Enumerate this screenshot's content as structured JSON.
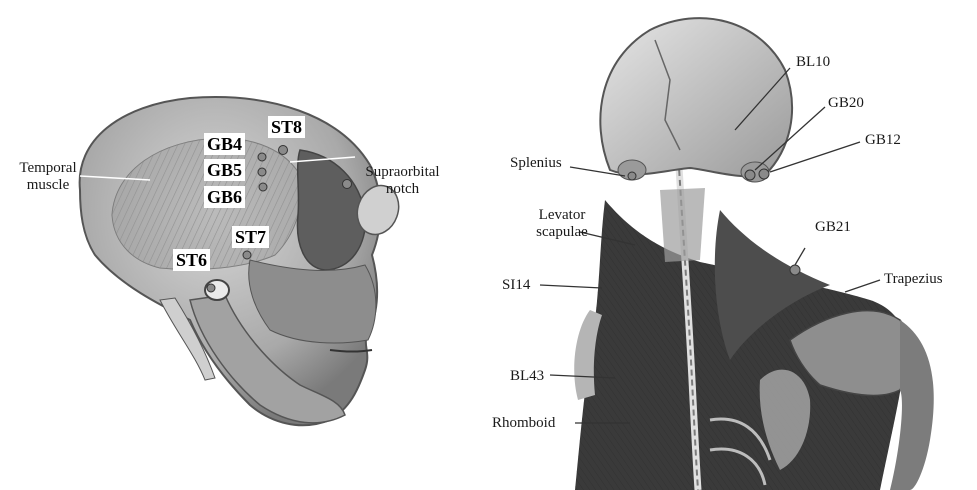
{
  "skull": {
    "labels": {
      "temporal": "Temporal\nmuscle",
      "supraorbital": "Supraorbital\nnotch",
      "gb4": "GB4",
      "gb5": "GB5",
      "gb6": "GB6",
      "st8": "ST8",
      "st7": "ST7",
      "st6": "ST6"
    }
  },
  "back": {
    "labels": {
      "bl10": "BL10",
      "gb20": "GB20",
      "gb12": "GB12",
      "splenius": "Splenius",
      "levator": "Levator\nscapulae",
      "gb21": "GB21",
      "trapezius": "Trapezius",
      "si14": "SI14",
      "bl43": "BL43",
      "rhomboid": "Rhomboid"
    }
  },
  "colors": {
    "bone": "#b9b9b9",
    "muscle_dark": "#3c3c3c",
    "muscle_mid": "#6d6d6d",
    "point": "#8a8a8a",
    "line": "#333333"
  }
}
